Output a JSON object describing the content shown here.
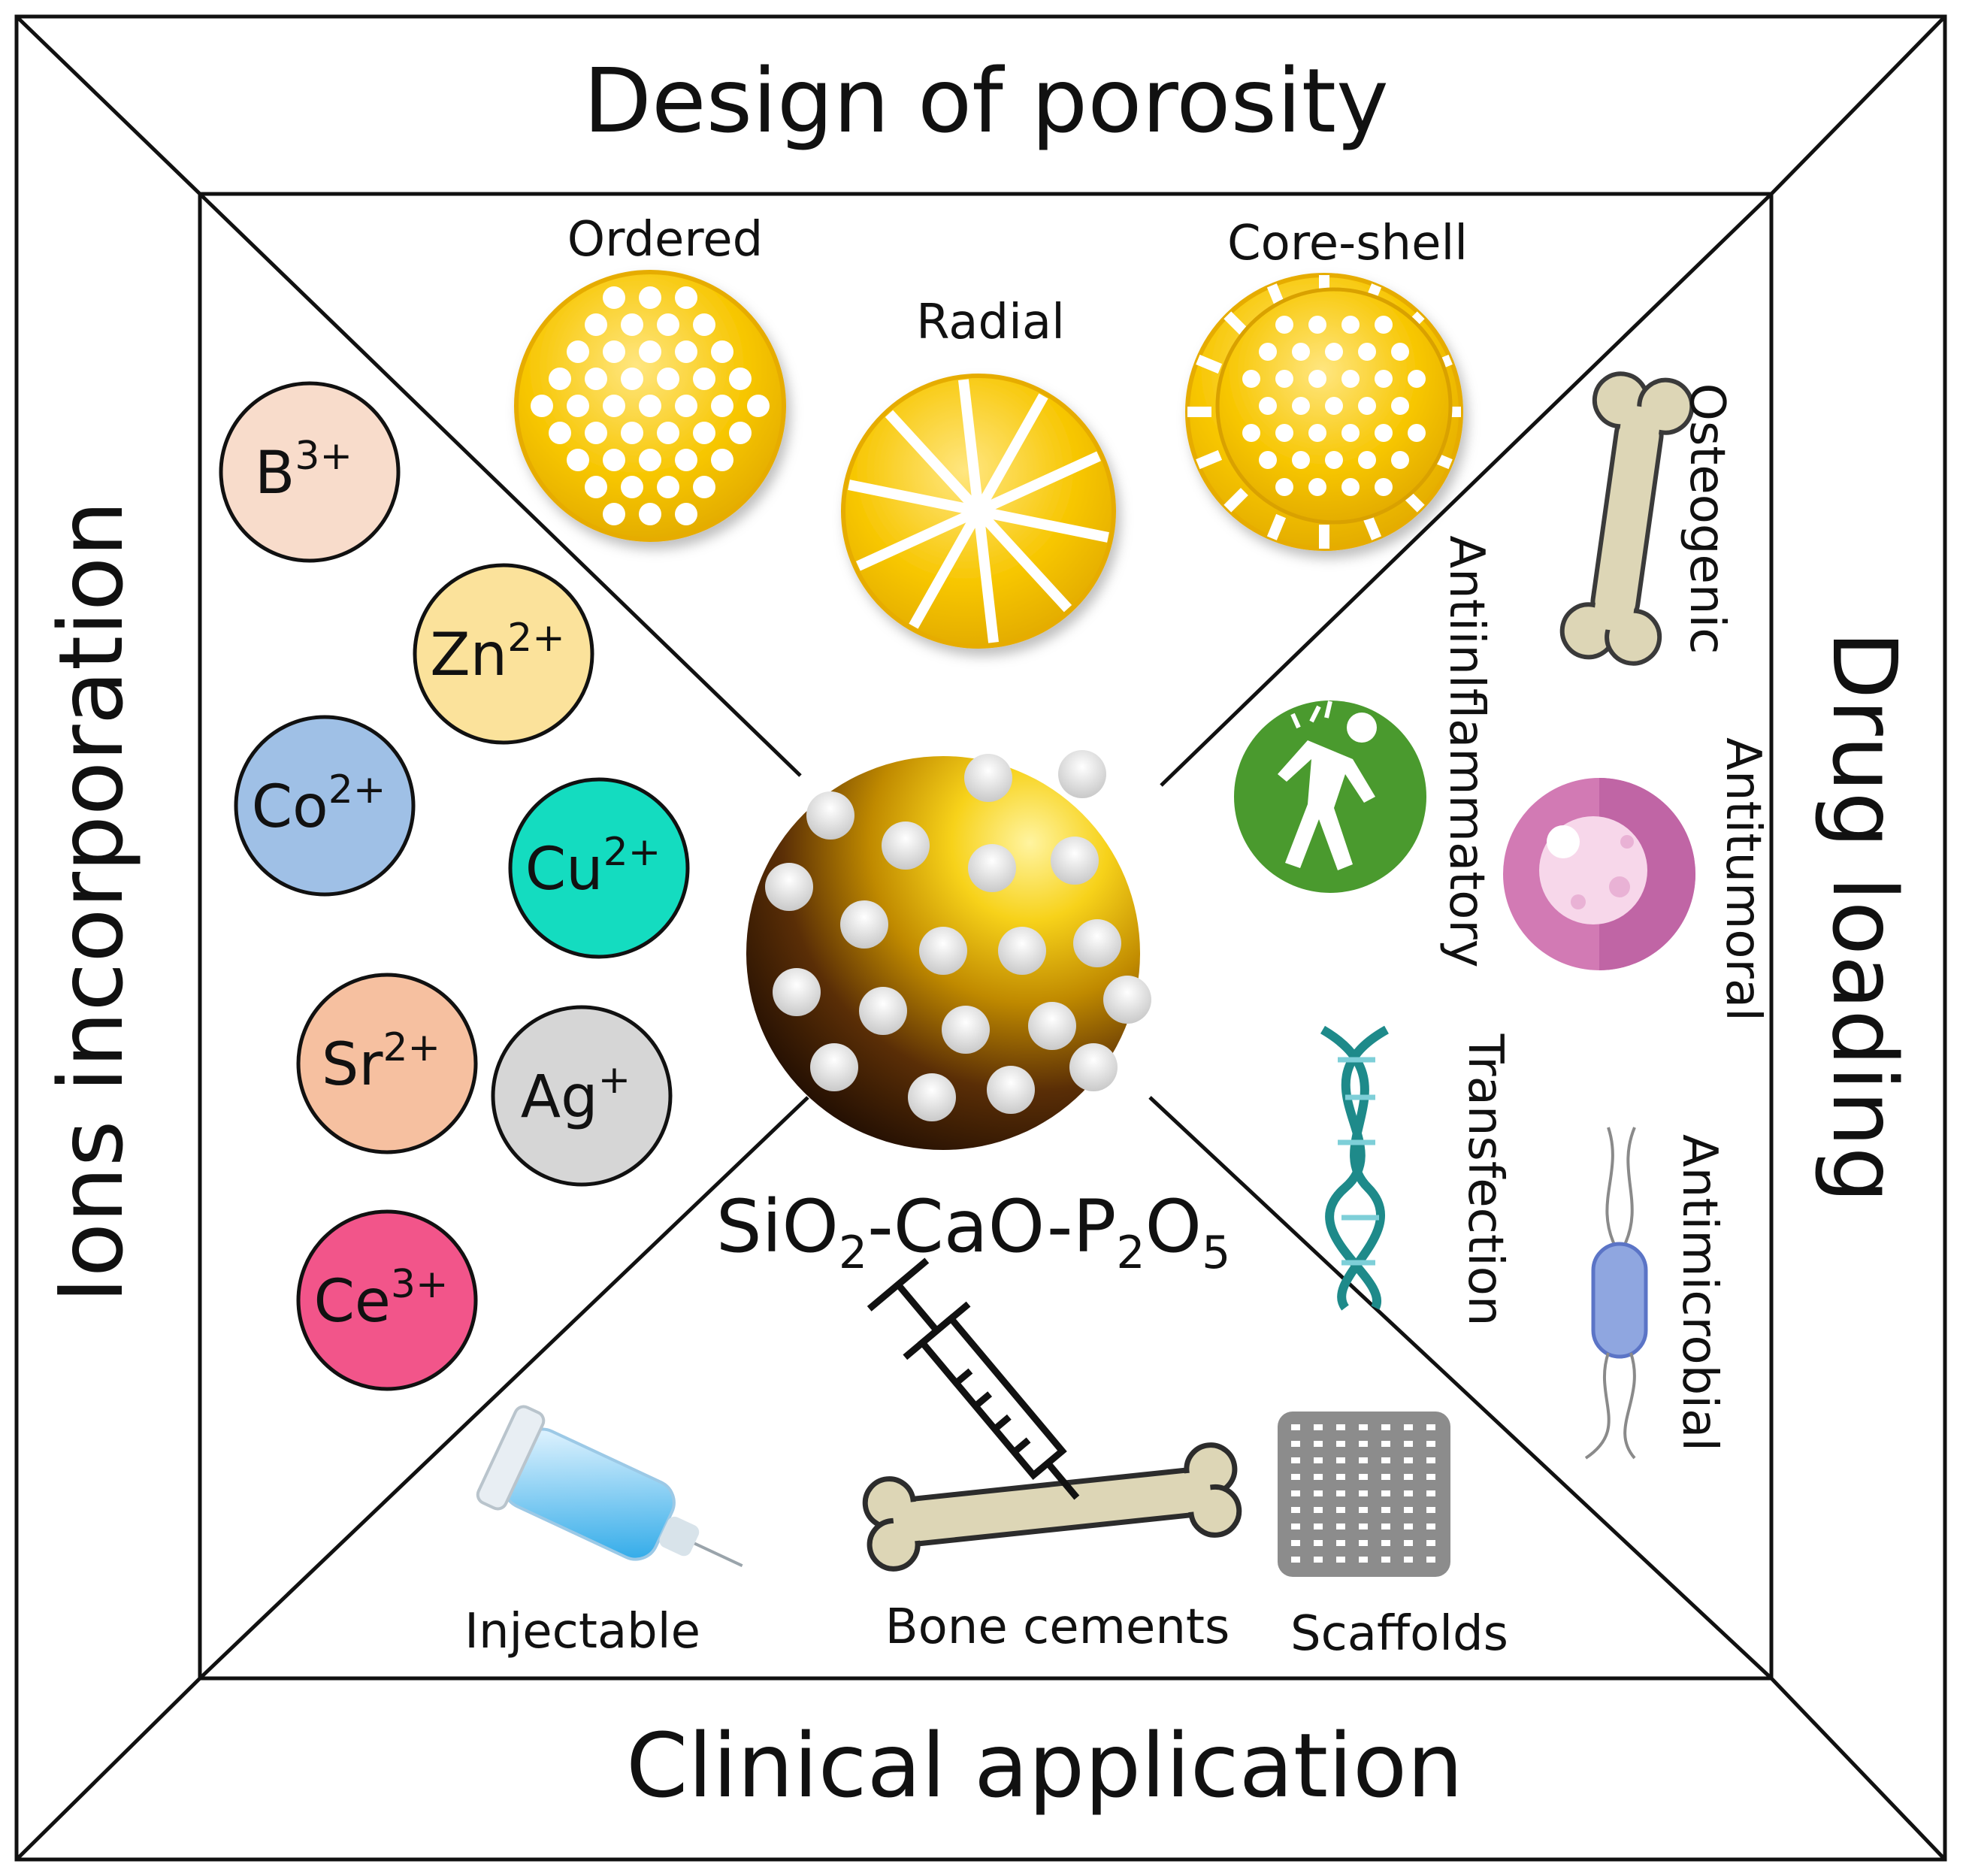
{
  "sections": {
    "top": "Design of porosity",
    "bottom": "Clinical application",
    "left": "Ions incorporation",
    "right": "Drug loading"
  },
  "porosity": {
    "ordered": "Ordered",
    "radial": "Radial",
    "core_shell": "Core-shell"
  },
  "center": {
    "formula_parts": [
      "SiO",
      "2",
      "-CaO-P",
      "2",
      "O",
      "5"
    ]
  },
  "ions": [
    {
      "symbol": "B",
      "charge": "3+",
      "color": "#f8dccb"
    },
    {
      "symbol": "Zn",
      "charge": "2+",
      "color": "#fbe29b"
    },
    {
      "symbol": "Co",
      "charge": "2+",
      "color": "#9fc0e6"
    },
    {
      "symbol": "Cu",
      "charge": "2+",
      "color": "#14dcc0"
    },
    {
      "symbol": "Sr",
      "charge": "2+",
      "color": "#f6c0a0"
    },
    {
      "symbol": "Ag",
      "charge": "+",
      "color": "#d6d6d6"
    },
    {
      "symbol": "Ce",
      "charge": "3+",
      "color": "#f2558a"
    }
  ],
  "drugs": {
    "osteogenic": "Osteogenic",
    "antiinflammatory": "Antiinlflammatory",
    "antitumoral": "Antitumoral",
    "transfection": "Transfection",
    "antimicrobial": "Antimicrobial"
  },
  "clinical": {
    "injectable": "Injectable",
    "bone_cements": "Bone cements",
    "scaffolds": "Scaffolds"
  },
  "colors": {
    "gold": "#f7c600",
    "gold_light": "#ffe680",
    "sphere_dark": "#2a1303",
    "green": "#4a9a2e",
    "pink": "#d27ab4",
    "teal": "#1e8a8a",
    "bone": "#ddd6b6"
  },
  "icons": [
    "bone-icon",
    "pain-person-icon",
    "tumor-cell-icon",
    "dna-icon",
    "bacterium-icon",
    "syringe-icon",
    "bone-syringe-icon",
    "scaffold-icon"
  ]
}
